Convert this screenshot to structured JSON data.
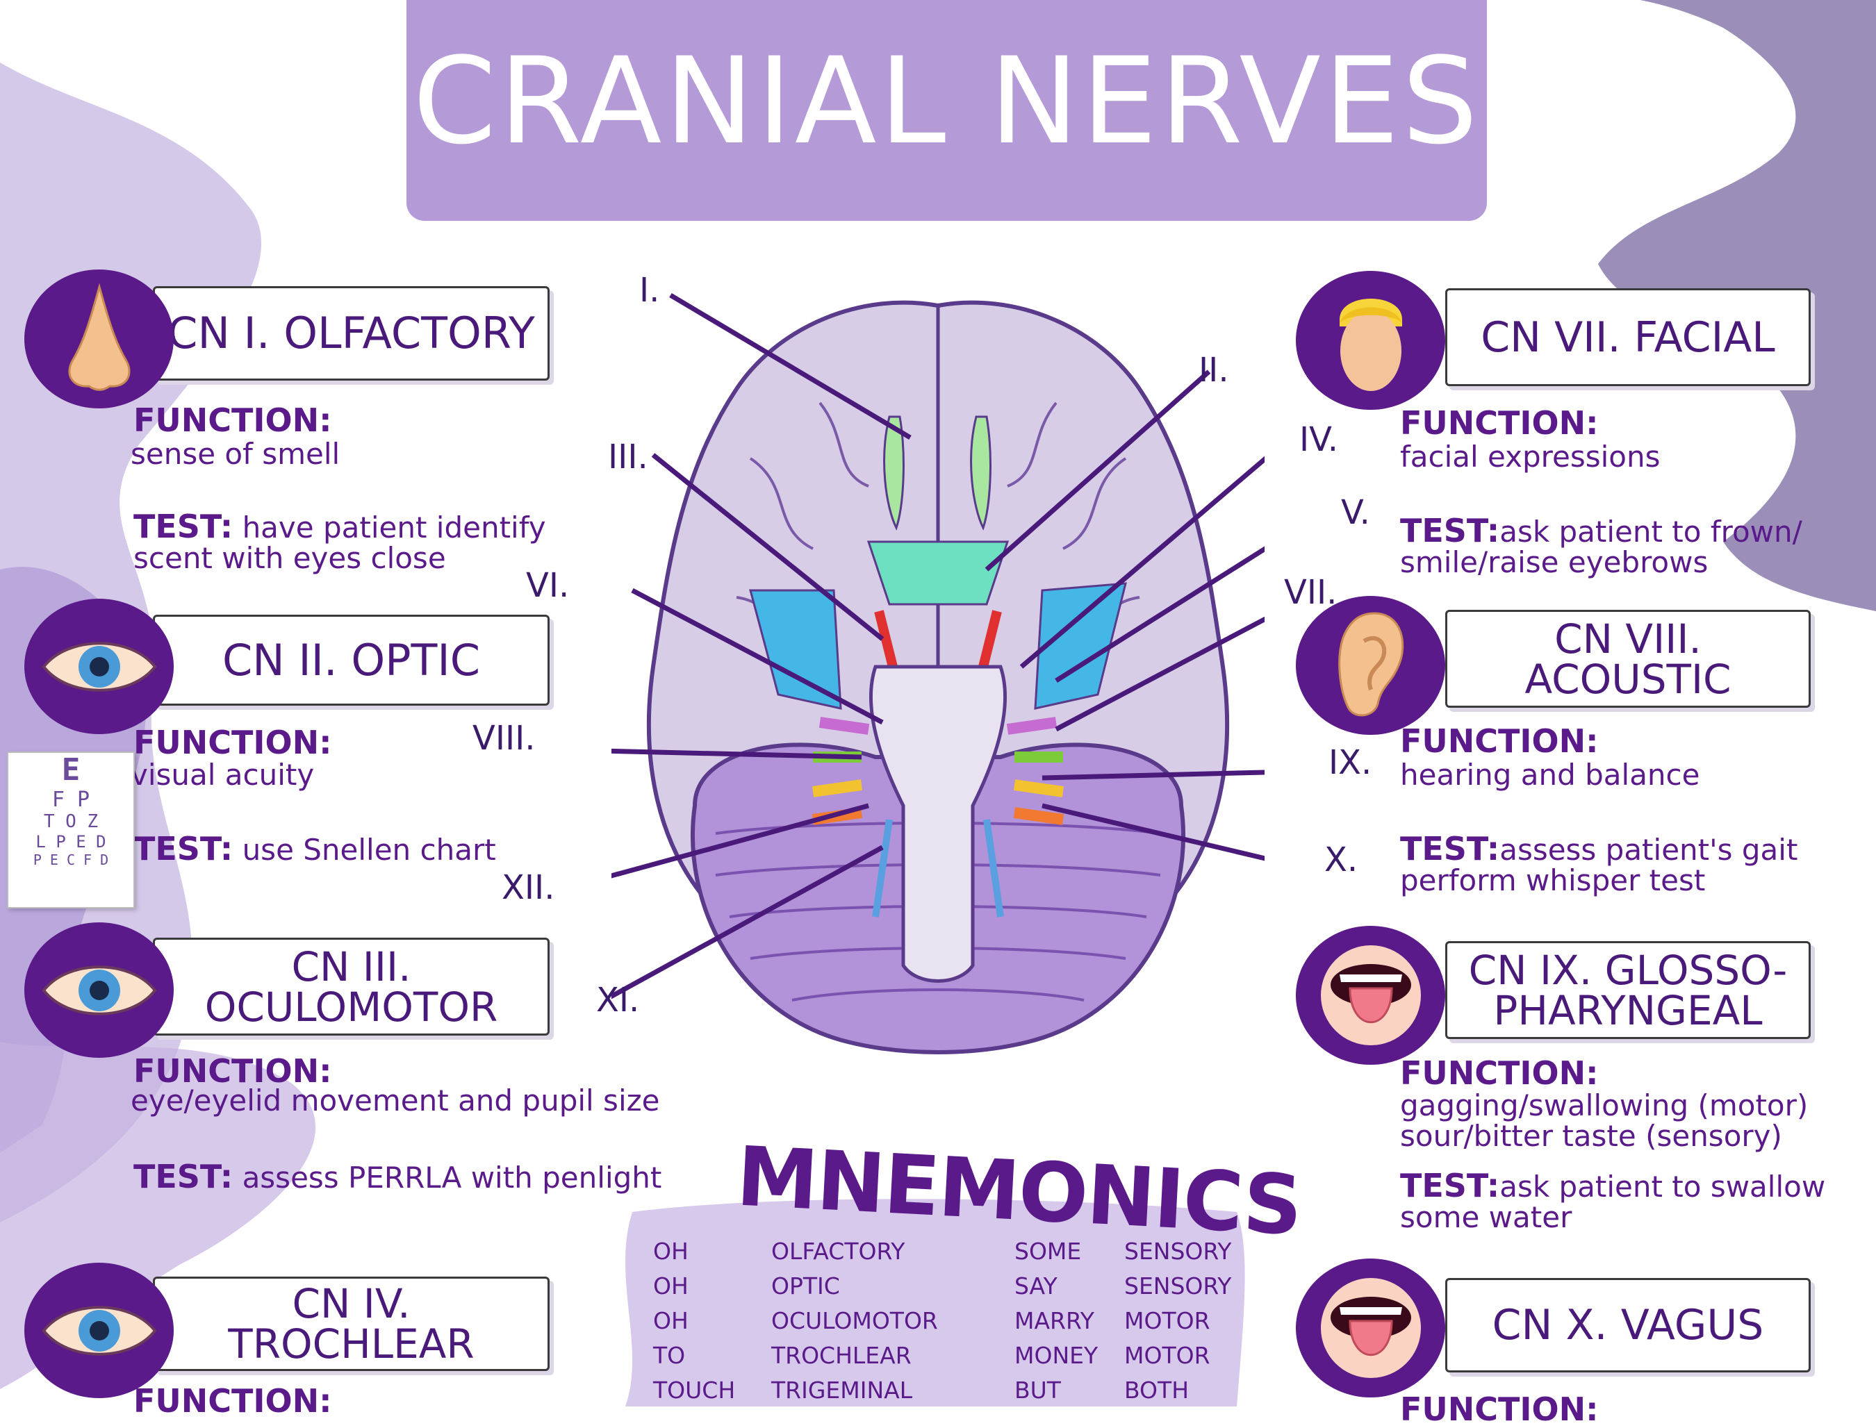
{
  "title": "CRANIAL NERVES",
  "colors": {
    "brand_purple": "#5a1a8a",
    "banner": "#b49bd8",
    "brush_light": "#cbbbe3",
    "brush_dark": "#8a7aab"
  },
  "nerves": {
    "cn1": {
      "label": "CN I. OLFACTORY",
      "icon": "nose-icon",
      "function_head": "FUNCTION:",
      "function": "sense of smell",
      "test_head": "TEST:",
      "test_1": "have patient identify",
      "test_2": "scent with eyes close"
    },
    "cn2": {
      "label": "CN II. OPTIC",
      "icon": "eye-icon",
      "function_head": "FUNCTION:",
      "function": "visual acuity",
      "test_head": "TEST:",
      "test_1": "use Snellen chart"
    },
    "cn3": {
      "label_1": "CN III.",
      "label_2": "OCULOMOTOR",
      "icon": "eye-icon",
      "function_head": "FUNCTION:",
      "function": "eye/eyelid movement and pupil size",
      "test_head": "TEST:",
      "test_1": "assess PERRLA with penlight"
    },
    "cn4": {
      "label_1": "CN IV.",
      "label_2": "TROCHLEAR",
      "icon": "eye-icon",
      "function_head": "FUNCTION:"
    },
    "cn7": {
      "label": "CN VII. FACIAL",
      "icon": "face-icon",
      "function_head": "FUNCTION:",
      "function": "facial expressions",
      "test_head": "TEST:",
      "test_1": "ask patient to frown/",
      "test_2": "smile/raise eyebrows"
    },
    "cn8": {
      "label_1": "CN VIII.",
      "label_2": "ACOUSTIC",
      "icon": "ear-icon",
      "function_head": "FUNCTION:",
      "function": "hearing and balance",
      "test_head": "TEST:",
      "test_1": "assess patient's gait",
      "test_2": "perform whisper test"
    },
    "cn9": {
      "label_1": "CN IX. GLOSSO-",
      "label_2": "PHARYNGEAL",
      "icon": "mouth-tongue-icon",
      "function_head": "FUNCTION:",
      "function_1": "gagging/swallowing (motor)",
      "function_2": "sour/bitter taste (sensory)",
      "test_head": "TEST:",
      "test_1": "ask patient to swallow",
      "test_2": "some water"
    },
    "cn10": {
      "label": "CN X. VAGUS",
      "icon": "mouth-tongue-icon",
      "function_head": "FUNCTION:"
    }
  },
  "diagram_labels": {
    "I": "I.",
    "II": "II.",
    "III": "III.",
    "IV": "IV.",
    "V": "V.",
    "VI": "VI.",
    "VII": "VII.",
    "VIII": "VIII.",
    "IX": "IX.",
    "X": "X.",
    "XI": "XI.",
    "XII": "XII."
  },
  "snellen": [
    "E",
    "F P",
    "T O Z",
    "L P E D",
    "P E C F D"
  ],
  "mnemonics": {
    "title": "MNEMONICS",
    "words": [
      "OH",
      "OH",
      "OH",
      "TO",
      "TOUCH"
    ],
    "nerves": [
      "OLFACTORY",
      "OPTIC",
      "OCULOMOTOR",
      "TROCHLEAR",
      "TRIGEMINAL"
    ],
    "words2": [
      "SOME",
      "SAY",
      "MARRY",
      "MONEY",
      "BUT"
    ],
    "types": [
      "SENSORY",
      "SENSORY",
      "MOTOR",
      "MOTOR",
      "BOTH"
    ]
  }
}
